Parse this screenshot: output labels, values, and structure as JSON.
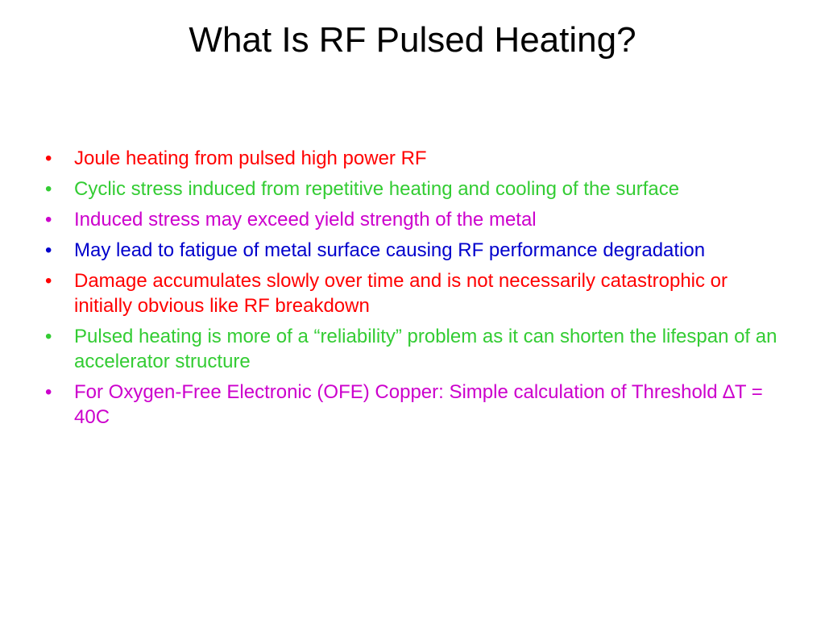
{
  "slide": {
    "title": "What Is RF Pulsed Heating?",
    "bullets": [
      {
        "text": "Joule heating from pulsed high power RF",
        "color": "#ff0000"
      },
      {
        "text": "Cyclic stress induced from repetitive heating and cooling of the surface",
        "color": "#33cc33"
      },
      {
        "text": "Induced stress may exceed yield strength of the metal",
        "color": "#cc00cc"
      },
      {
        "text": "May lead to fatigue of metal surface causing RF performance degradation",
        "color": "#0000cc"
      },
      {
        "text": "Damage accumulates slowly over time and is not necessarily catastrophic or initially obvious like RF breakdown",
        "color": "#ff0000"
      },
      {
        "text": "Pulsed heating is more of a “reliability” problem as it can shorten the lifespan of an accelerator structure",
        "color": "#33cc33"
      },
      {
        "text": "For Oxygen-Free Electronic (OFE) Copper: Simple calculation of Threshold ∆T = 40C",
        "color": "#cc00cc"
      }
    ],
    "bullet_glyph": "•"
  }
}
